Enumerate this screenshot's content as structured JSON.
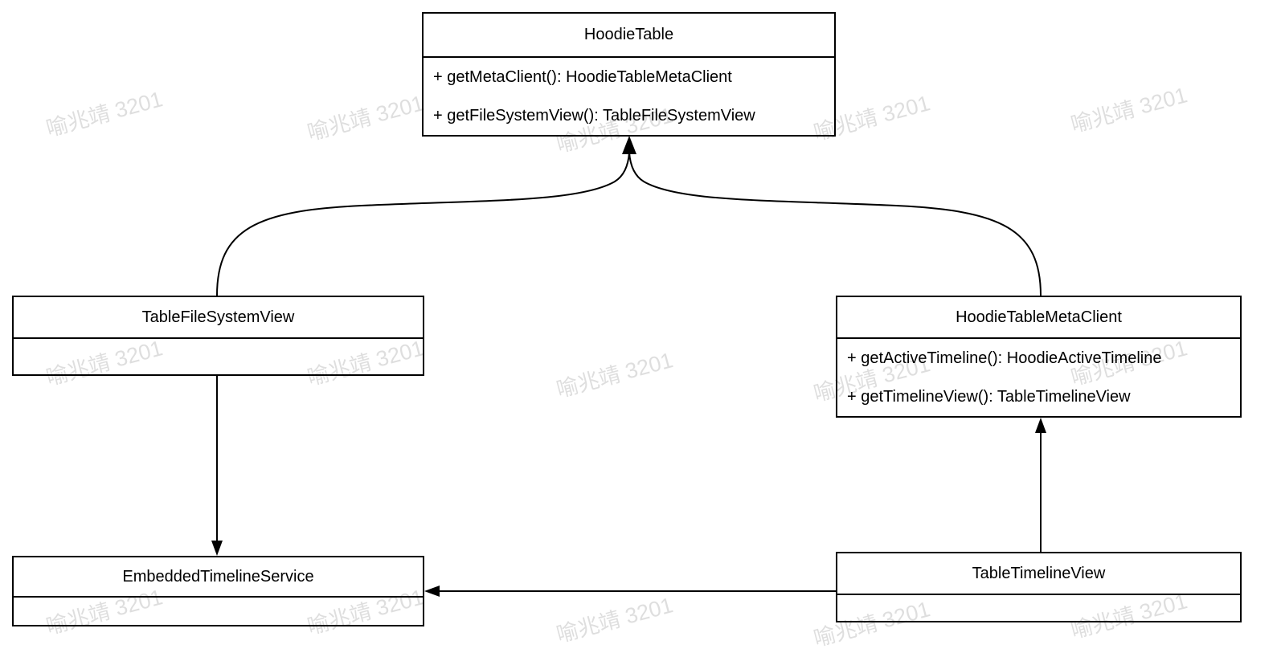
{
  "watermark": {
    "text": "喻兆靖 3201"
  },
  "classes": {
    "hoodieTable": {
      "title": "HoodieTable",
      "methods": [
        "+ getMetaClient(): HoodieTableMetaClient",
        "+ getFileSystemView(): TableFileSystemView"
      ]
    },
    "tableFileSystemView": {
      "title": "TableFileSystemView"
    },
    "hoodieTableMetaClient": {
      "title": "HoodieTableMetaClient",
      "methods": [
        "+ getActiveTimeline(): HoodieActiveTimeline",
        "+ getTimelineView(): TableTimelineView"
      ]
    },
    "embeddedTimelineService": {
      "title": "EmbeddedTimelineService"
    },
    "tableTimelineView": {
      "title": "TableTimelineView"
    }
  },
  "edges": [
    {
      "from": "TableFileSystemView",
      "to": "HoodieTable"
    },
    {
      "from": "HoodieTableMetaClient",
      "to": "HoodieTable"
    },
    {
      "from": "TableFileSystemView",
      "to": "EmbeddedTimelineService"
    },
    {
      "from": "TableTimelineView",
      "to": "HoodieTableMetaClient"
    },
    {
      "from": "TableTimelineView",
      "to": "EmbeddedTimelineService"
    }
  ]
}
